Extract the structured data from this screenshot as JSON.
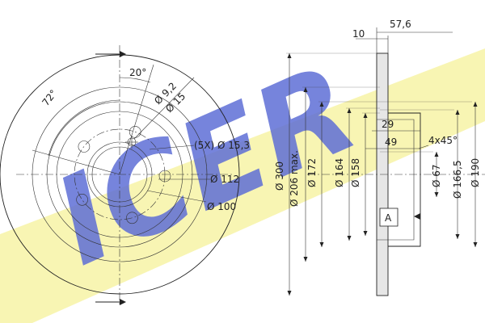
{
  "watermark": {
    "text": "ICER",
    "color": "#5f6fd6",
    "band_color": "#f7f3a6"
  },
  "front_view": {
    "angle_spacing": "72°",
    "angle_offset": "20°",
    "hole_small": "Ø 9,2",
    "hole_large": "Ø 15",
    "bolt_holes": "(5X) Ø 15,3",
    "pcd": "Ø 112",
    "hub_bore": "Ø 100"
  },
  "side_view": {
    "thickness": "10",
    "overall_height": "57,6",
    "hat_depth": "29",
    "hub_depth": "49",
    "chamfer": "4x45°",
    "datum": "A",
    "diameters": {
      "outer": "Ø 300",
      "min": "Ø 206 max.",
      "d172": "Ø 172",
      "d164": "Ø 164",
      "d158": "Ø 158",
      "d67": "Ø 67",
      "d166": "Ø 166,5",
      "d190": "Ø 190"
    }
  }
}
